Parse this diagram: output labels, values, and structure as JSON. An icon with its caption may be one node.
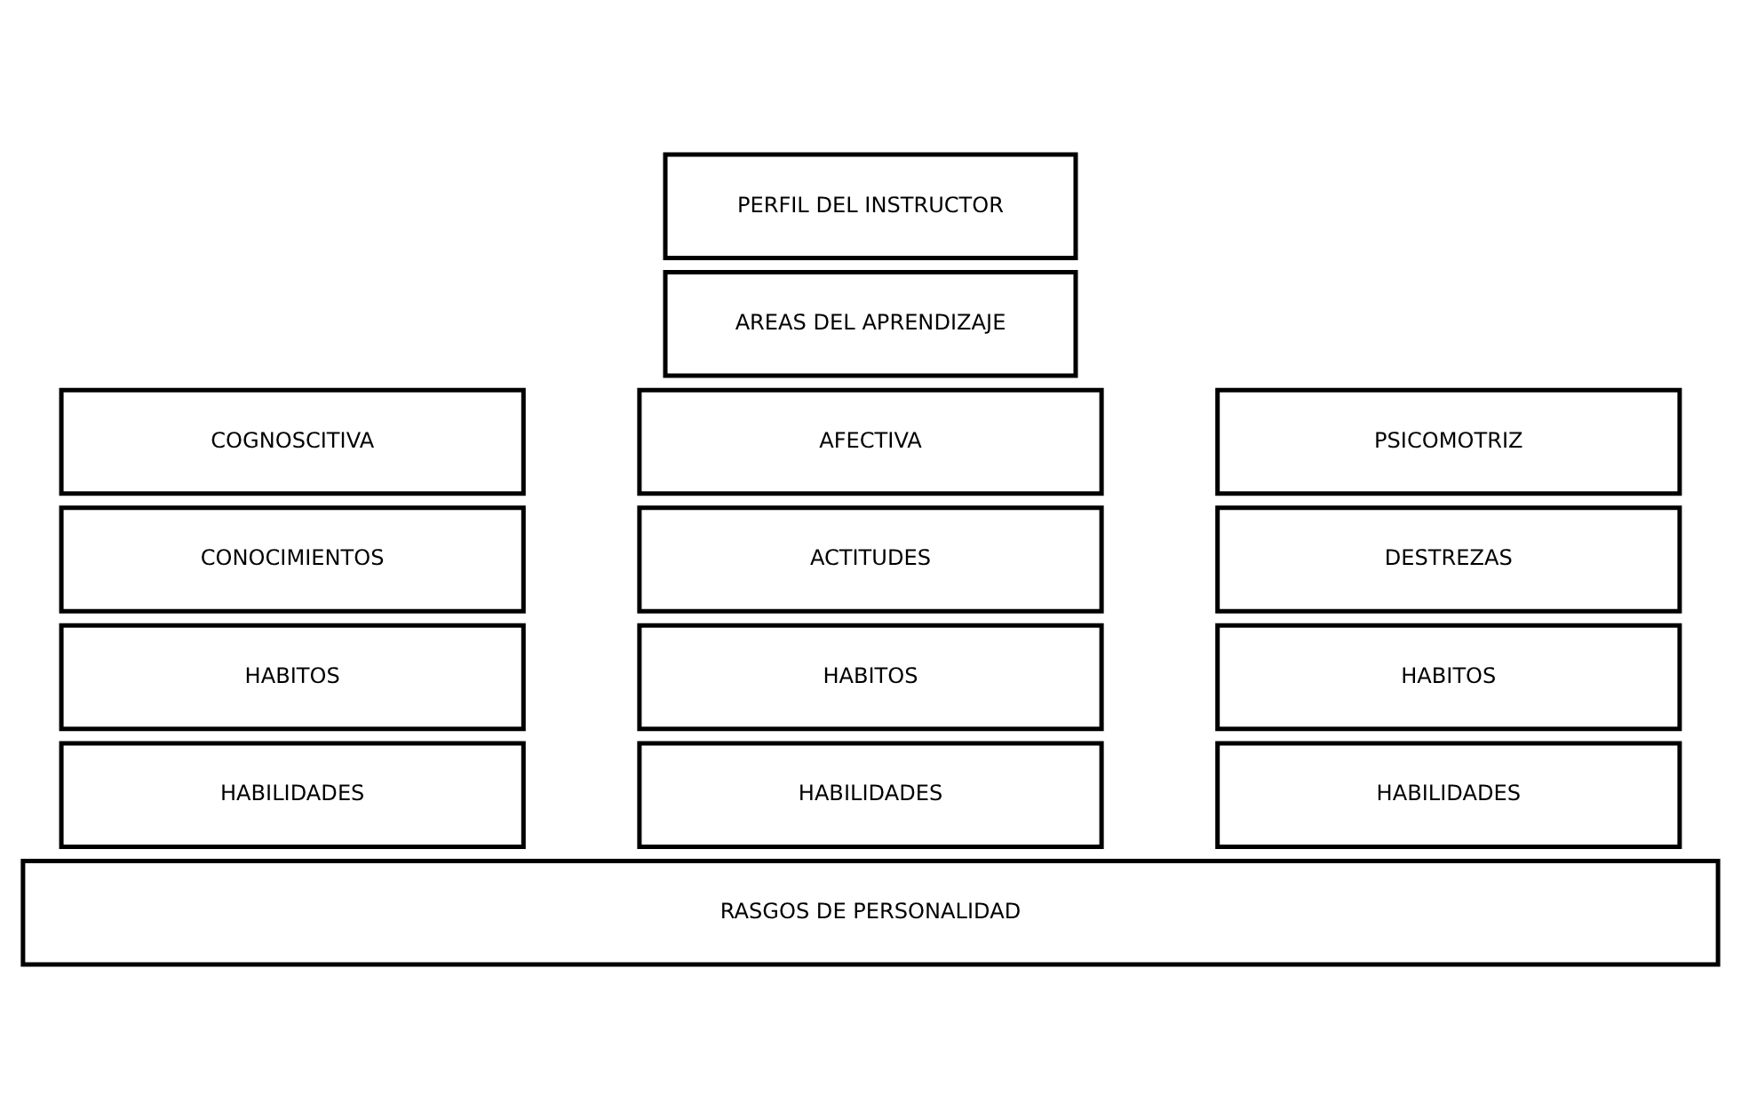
{
  "diagram": {
    "nodes": [
      {
        "text": [
          "PERFIL DEL INSTRUCTOR"
        ]
      },
      {
        "text": [
          "AREAS DEL APRENDIZAJE"
        ]
      },
      {
        "text": [
          "COGNOSCITIVA"
        ]
      },
      {
        "text": [
          "AFECTIVA"
        ]
      },
      {
        "text": [
          "PSICOMOTRIZ"
        ]
      },
      {
        "text": [
          "CONOCIMIENTOS"
        ]
      },
      {
        "text": [
          "ACTITUDES"
        ]
      },
      {
        "text": [
          "DESTREZAS"
        ]
      },
      {
        "text": [
          "HABITOS"
        ]
      },
      {
        "text": [
          "HABITOS"
        ]
      },
      {
        "text": [
          "HABITOS"
        ]
      },
      {
        "text": [
          "HABILIDADES"
        ]
      },
      {
        "text": [
          "HABILIDADES"
        ]
      },
      {
        "text": [
          "HABILIDADES"
        ]
      },
      {
        "text": [
          "RASGOS DE PERSONALIDAD"
        ]
      }
    ]
  }
}
